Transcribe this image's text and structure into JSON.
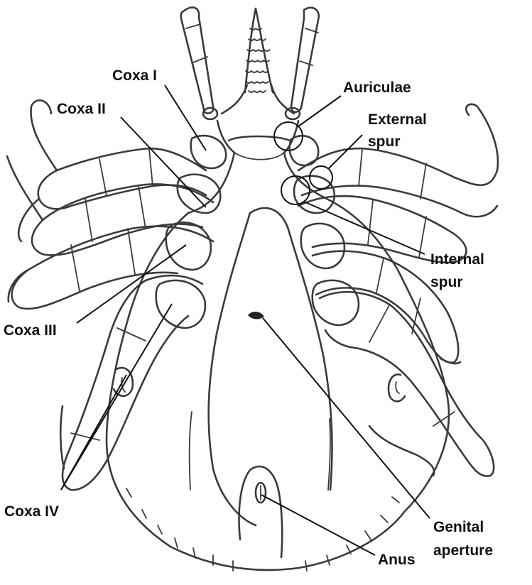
{
  "labels": {
    "coxa_1": "Coxa I",
    "coxa_2": "Coxa II",
    "coxa_3": "Coxa III",
    "coxa_4": "Coxa IV",
    "auriculae": "Auriculae",
    "external_spur_1": "External",
    "external_spur_2": "spur",
    "internal_spur_1": "Internal",
    "internal_spur_2": "spur",
    "genital_aperture_1": "Genital",
    "genital_aperture_2": "aperture",
    "anus": "Anus"
  },
  "colors": {
    "ink": "#3a3a3a",
    "label": "#111111",
    "background": "#ffffff"
  }
}
